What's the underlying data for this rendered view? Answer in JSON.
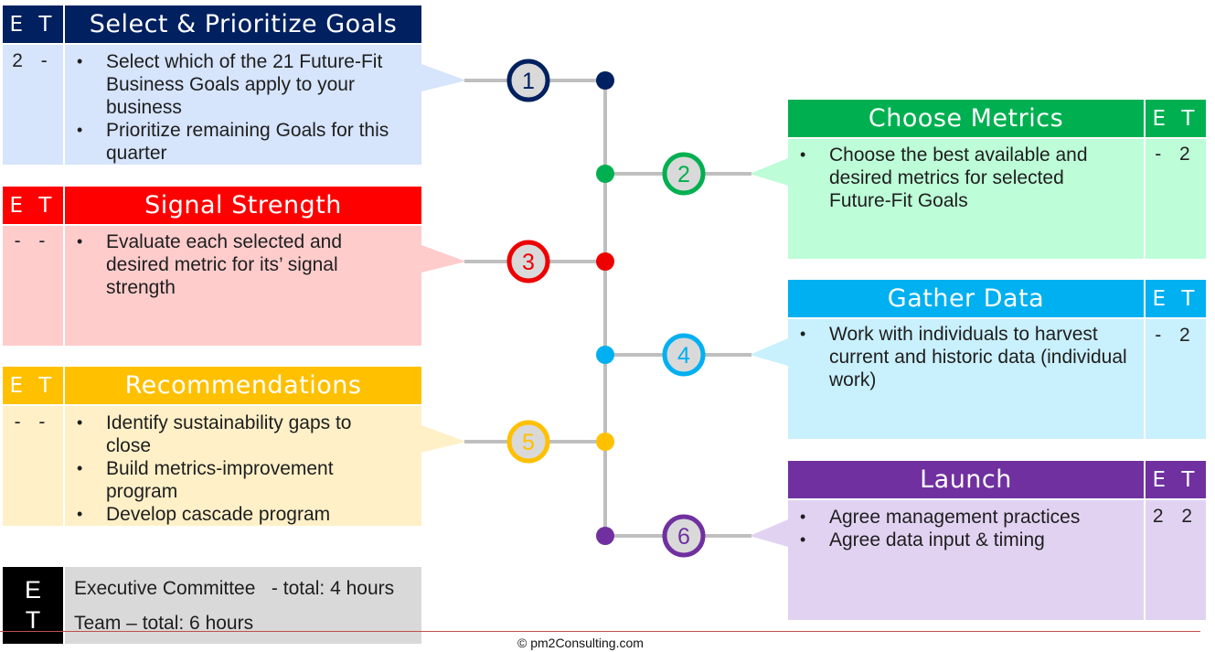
{
  "stages": [
    {
      "num": "1",
      "title": "Select & Prioritize Goals",
      "et_header": "E T",
      "et_values": "2 -",
      "bullets": [
        "Select which of the 21 Future-Fit Business Goals apply to your business",
        "Prioritize remaining Goals for this quarter"
      ],
      "colors": {
        "header": "#002060",
        "body": "#d6e4fc",
        "node": "#002060"
      }
    },
    {
      "num": "2",
      "title": "Choose Metrics",
      "et_header": "E T",
      "et_values": "- 2",
      "bullets": [
        "Choose the best available and desired metrics for selected Future-Fit Goals"
      ],
      "colors": {
        "header": "#00b050",
        "body": "#bdfdd8",
        "node": "#00b050"
      }
    },
    {
      "num": "3",
      "title": "Signal Strength",
      "et_header": "E T",
      "et_values": "- -",
      "bullets": [
        "Evaluate each selected and desired metric for its’    signal strength"
      ],
      "colors": {
        "header": "#ff0000",
        "body": "#ffcccc",
        "node": "#ee0000"
      }
    },
    {
      "num": "4",
      "title": "Gather Data",
      "et_header": "E T",
      "et_values": "- 2",
      "bullets": [
        "Work with individuals to harvest current and historic data (individual work)"
      ],
      "colors": {
        "header": "#00b0f0",
        "body": "#c9f0fd",
        "node": "#00b0f0"
      }
    },
    {
      "num": "5",
      "title": "Recommendations",
      "et_header": "E T",
      "et_values": "- -",
      "bullets": [
        "Identify sustainability gaps to close",
        "Build metrics-improvement program",
        "Develop cascade program"
      ],
      "colors": {
        "header": "#ffc000",
        "body": "#fff0c8",
        "node": "#ffc000"
      }
    },
    {
      "num": "6",
      "title": "Launch",
      "et_header": "E T",
      "et_values": "2 2",
      "bullets": [
        "Agree management practices",
        "Agree data input & timing"
      ],
      "colors": {
        "header": "#7030a0",
        "body": "#e2d2f2",
        "node": "#7030a0"
      }
    }
  ],
  "legend": {
    "key_top": "E",
    "key_bottom": "T",
    "executive": "Executive Committee   - total: 4 hours",
    "team": "Team – total: 6 hours"
  },
  "footer": "© pm2Consulting.com",
  "colors": {
    "trunk": "#bfbfbf",
    "legend_key": "#000000",
    "legend_body": "#d9d9d9",
    "footer_rule": "#c0504d"
  }
}
